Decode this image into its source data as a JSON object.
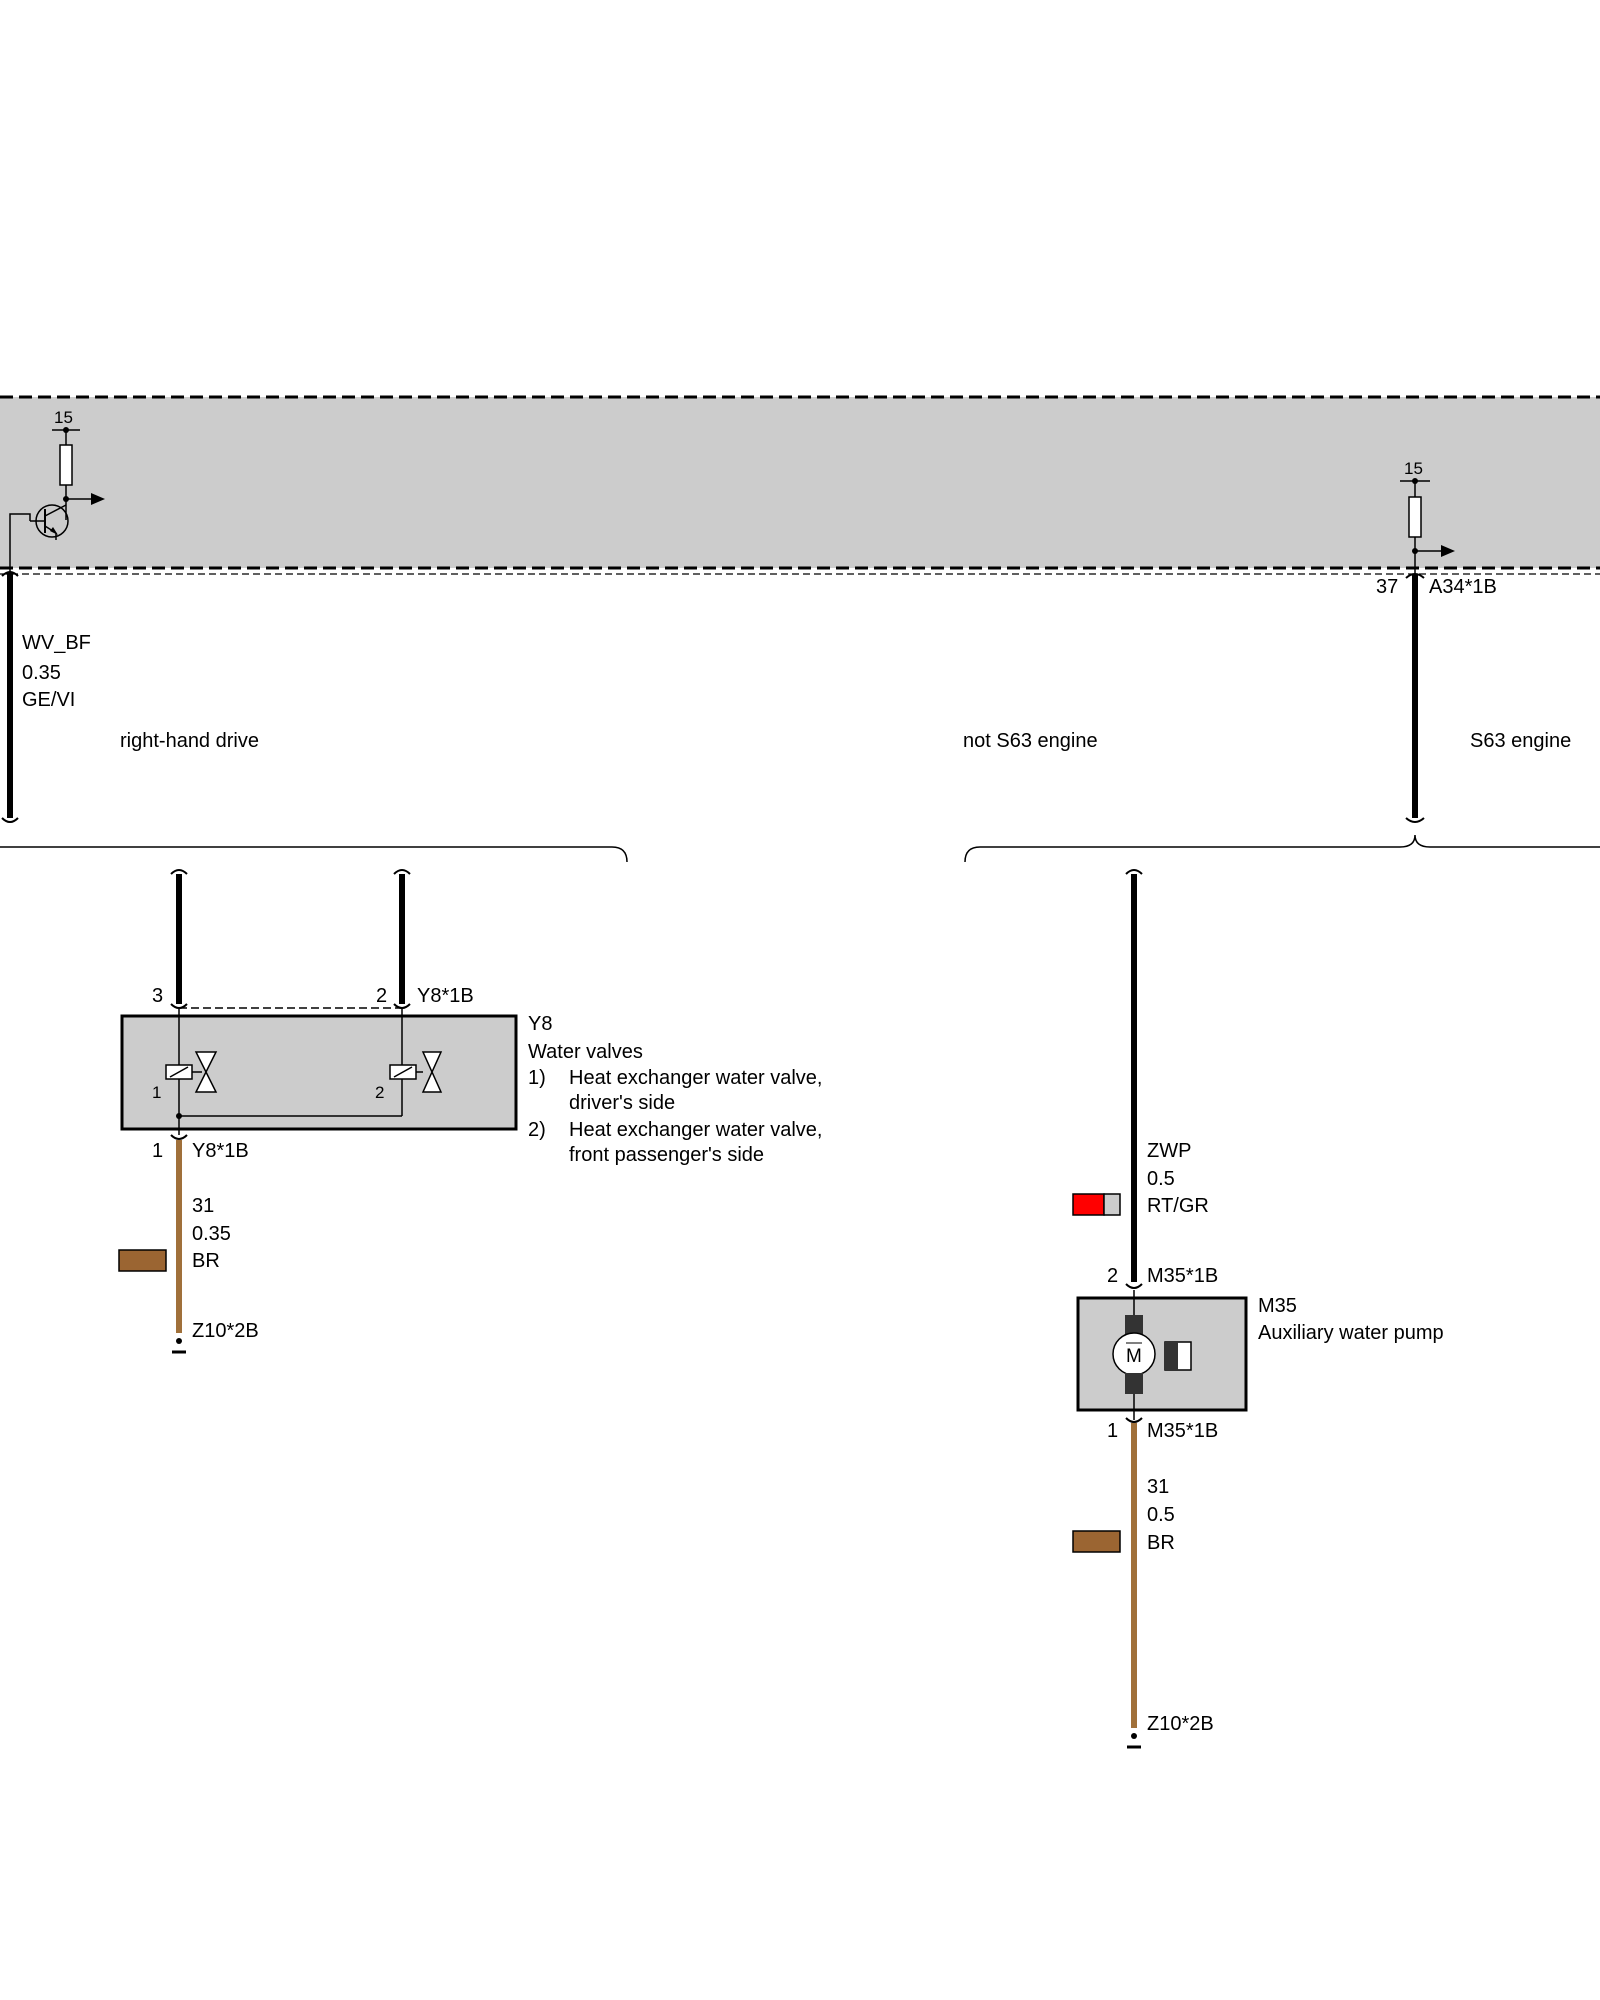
{
  "colors": {
    "module_fill": "#cccccc",
    "wire_black": "#000000",
    "wire_brown": "#a0703a",
    "swatch_brown": "#9b6532",
    "swatch_red": "#ff0000",
    "swatch_grey": "#cccccc"
  },
  "control_unit": {
    "supply_left": "15",
    "supply_right": "15",
    "pin_right": "37",
    "connector_right": "A34*1B"
  },
  "wire_wv_bf": {
    "signal": "WV_BF",
    "size": "0.35",
    "color": "GE/VI"
  },
  "labels": {
    "right_hand_drive": "right-hand drive",
    "not_s63": "not S63 engine",
    "s63": "S63 engine"
  },
  "y8": {
    "pin3": "3",
    "pin2": "2",
    "connector_top": "Y8*1B",
    "id": "Y8",
    "name": "Water valves",
    "item1_num": "1)",
    "item1_line1": "Heat exchanger water valve,",
    "item1_line2": "driver's side",
    "item2_num": "2)",
    "item2_line1": "Heat exchanger water valve,",
    "item2_line2": "front passenger's side",
    "valve1": "1",
    "valve2": "2",
    "pin1": "1",
    "connector_bottom": "Y8*1B",
    "ground_wire": {
      "signal": "31",
      "size": "0.35",
      "color": "BR"
    },
    "ground": "Z10*2B"
  },
  "zwp_wire": {
    "signal": "ZWP",
    "size": "0.5",
    "color": "RT/GR"
  },
  "m35": {
    "pin2": "2",
    "connector_top": "M35*1B",
    "id": "M35",
    "name": "Auxiliary water pump",
    "motor_symbol": "M",
    "pin1": "1",
    "connector_bottom": "M35*1B",
    "ground_wire": {
      "signal": "31",
      "size": "0.5",
      "color": "BR"
    },
    "ground": "Z10*2B"
  },
  "icons": [
    "resistor-icon",
    "transistor-icon",
    "output-arrow-icon",
    "solenoid-valve-icon",
    "motor-icon",
    "ground-icon"
  ]
}
